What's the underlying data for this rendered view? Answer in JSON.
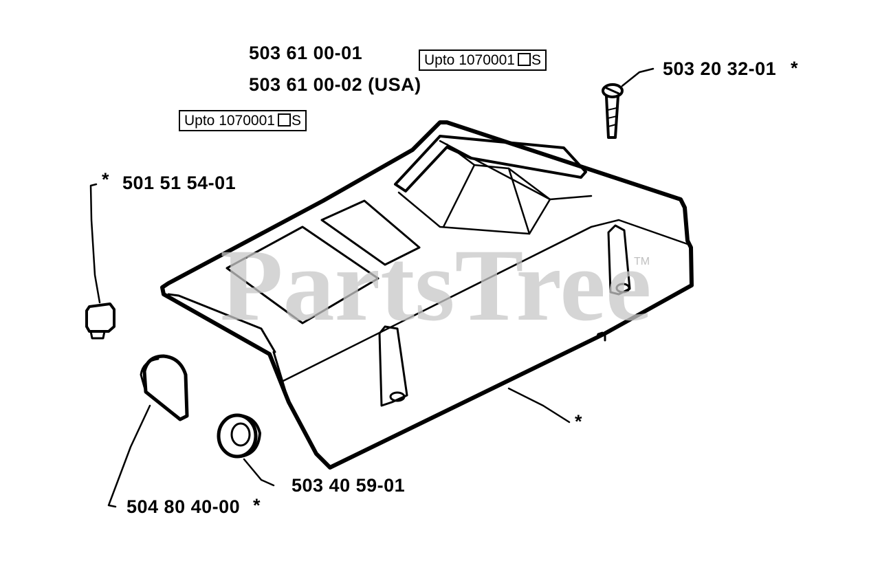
{
  "diagram": {
    "part_numbers": {
      "main_line1": "503 61 00-01",
      "main_line2": "503 61 00-02 (USA)",
      "screw": "503 20 32-01",
      "plug": "501 51 54-01",
      "gasket": "504 80 40-00",
      "grommet": "503 40 59-01"
    },
    "asterisk": "*",
    "serial_note": {
      "text": "Upto 1070001",
      "suffix": "S"
    },
    "watermark": {
      "text": "PartsTree",
      "trademark": "TM"
    },
    "colors": {
      "ink": "#000000",
      "watermark": "#c8c8c8",
      "background": "#ffffff"
    }
  }
}
